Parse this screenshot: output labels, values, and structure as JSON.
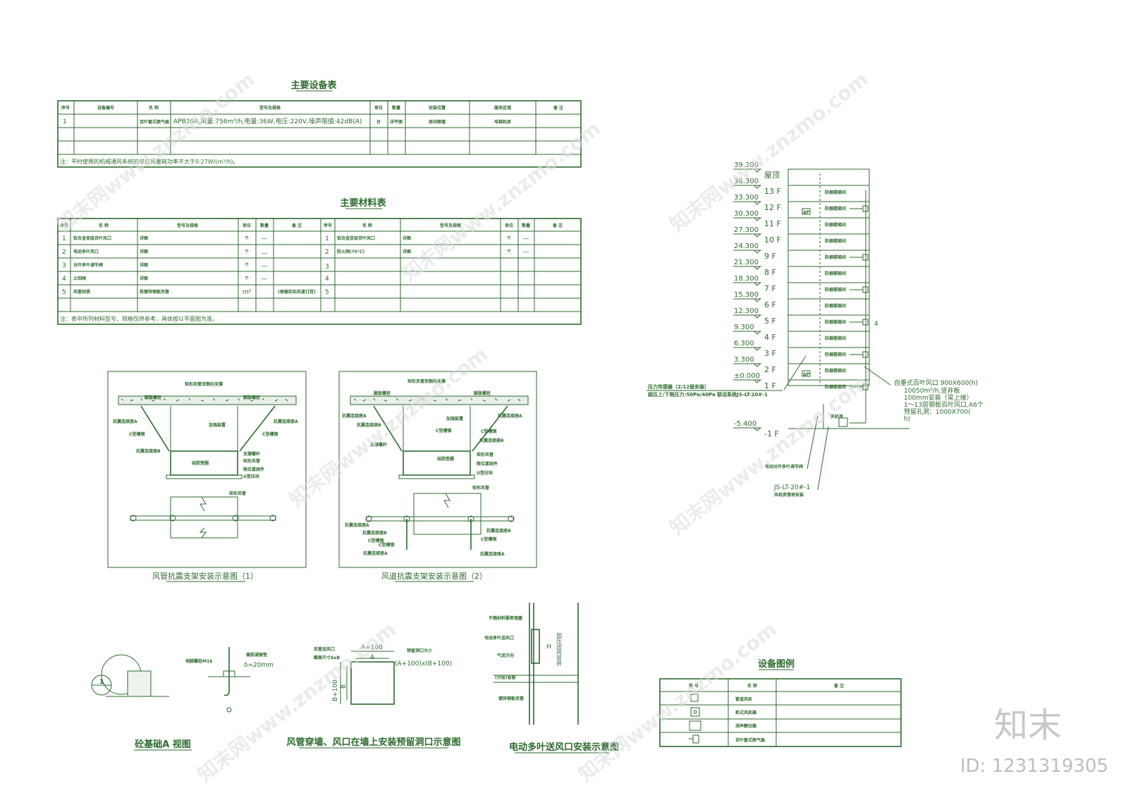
{
  "equipment_table": {
    "title": "主要设备表",
    "headers": [
      "序号",
      "设备编号",
      "名 称",
      "型号及规格",
      "单位",
      "数量",
      "安装位置",
      "服务区域",
      "备 注"
    ],
    "row": [
      "1",
      "",
      "百叶窗式换气扇",
      "APB20A,风量:756m³/h,电量:36W,电压:220V,噪声限值:42dB(A)",
      "台",
      "详平面",
      "房间侧墙",
      "电梯机房",
      ""
    ],
    "note": "注：平时使用的机械通风系统的单位风量耗功率不大于0.27W/(m³/h)。"
  },
  "material_table": {
    "title": "主要材料表",
    "headers": [
      "序号",
      "名 称",
      "型号及规格",
      "单位",
      "数量",
      "备 注"
    ],
    "left_rows": [
      [
        "1",
        "铝合金单层百叶风口",
        "详图",
        "个",
        "—",
        ""
      ],
      [
        "2",
        "电动多叶风口",
        "详图",
        "个",
        "—",
        ""
      ],
      [
        "3",
        "对开多叶调节阀",
        "详图",
        "个",
        "—",
        ""
      ],
      [
        "4",
        "止回阀",
        "详图",
        "个",
        "—",
        ""
      ],
      [
        "5",
        "风管材质",
        "热镀锌钢板风管",
        "m²",
        "",
        "(根据实际风速订货)"
      ]
    ],
    "right_rows": [
      [
        "1",
        "铝合金双层百叶风口",
        "详图",
        "个",
        "—",
        ""
      ],
      [
        "2",
        "防火阀(70℃)",
        "详图",
        "个",
        "—",
        ""
      ],
      [
        "3",
        "",
        "",
        "",
        "",
        ""
      ],
      [
        "4",
        "",
        "",
        "",
        "",
        ""
      ],
      [
        "5",
        "",
        "",
        "",
        "",
        ""
      ]
    ],
    "note": "注：表中所列材料型号、规格仅供参考，具体按以平面图为准。"
  },
  "bracket1": {
    "caption": "风管抗震支架安装示意图（1）",
    "top_label": "矩形风管双侧向支撑",
    "labels": [
      "膨胀螺栓",
      "膨胀螺栓",
      "抗震连接座A",
      "抗震连接座A",
      "C型槽钢",
      "C型槽钢",
      "加强装置",
      "抗震连接座B",
      "支撑螺杆",
      "矩形风管",
      "硅胶垫圈",
      "限位紧固件",
      "U型压块",
      "矩形风管"
    ]
  },
  "bracket2": {
    "caption": "风道抗震支架安装示意图（2）",
    "top_label": "矩形风管双侧向支撑",
    "labels": [
      "膨胀螺栓",
      "膨胀螺栓",
      "抗震连接座A",
      "抗震连接座A",
      "C型槽钢",
      "C型槽钢",
      "加强装置",
      "抗震连接座B",
      "抗震连接座B",
      "支撑螺杆",
      "矩形风管",
      "硅胶垫圈",
      "限位紧固件",
      "U型压块",
      "矩形风管",
      "抗震连接座A",
      "抗震连接座B",
      "C型槽钢",
      "C型槽钢",
      "抗震连接座A",
      "抗震连接座B",
      "C型槽钢",
      "抗震连接座A"
    ]
  },
  "riser": {
    "levels": [
      {
        "elev": "39.300",
        "floor": "屋顶",
        "room": ""
      },
      {
        "elev": "36.300",
        "floor": "13 F",
        "room": "防烟楼梯间"
      },
      {
        "elev": "33.300",
        "floor": "12 F",
        "room": "防烟楼梯间"
      },
      {
        "elev": "30.300",
        "floor": "11 F",
        "room": "防烟楼梯间"
      },
      {
        "elev": "27.300",
        "floor": "10 F",
        "room": "防烟楼梯间"
      },
      {
        "elev": "24.300",
        "floor": "9 F",
        "room": "防烟楼梯间"
      },
      {
        "elev": "21.300",
        "floor": "8 F",
        "room": "防烟楼梯间"
      },
      {
        "elev": "18.300",
        "floor": "7 F",
        "room": "防烟楼梯间"
      },
      {
        "elev": "15.300",
        "floor": "6 F",
        "room": "防烟楼梯间"
      },
      {
        "elev": "12.300",
        "floor": "5 F",
        "room": "防烟楼梯间"
      },
      {
        "elev": "9.300",
        "floor": "4 F",
        "room": "防烟楼梯间"
      },
      {
        "elev": "6.300",
        "floor": "3 F",
        "room": "防烟楼梯间"
      },
      {
        "elev": "3.300",
        "floor": "2 F",
        "room": "防烟楼梯间"
      },
      {
        "elev": "±0.000",
        "floor": "1 F",
        "room": "防烟楼梯间"
      },
      {
        "elev": "-5.400",
        "floor": "-1 F",
        "room": ""
      }
    ],
    "sensor_tag": "ΔP",
    "riser_num": "4",
    "left_note1": "压力传感器（2/12层安装）",
    "left_note2": "超压上/下限压力:50Pa/40Pa 联动系统JS-LT-20#-1",
    "right_note1": "自垂式百叶风口 900X600(h)",
    "right_note2": "10050m³/h,竖井板",
    "right_note3": "100mm安装（梁上缘）",
    "right_note4": "1～13层钢板百叶风口,A6个",
    "right_note5": "预留孔洞：1000X700(",
    "right_note6": "h)",
    "bottom_label1": "电动对开多叶调节阀",
    "bottom_label2": "JS-LT-20#-1",
    "bottom_label3": "风机房落地安装",
    "fan_label": "风机房"
  },
  "foundation": {
    "caption": "砼基础A 视图",
    "label1": "地脚螺栓M16",
    "label2": "橡胶减振垫",
    "label3": "δ=20mm"
  },
  "wall_opening": {
    "caption": "风管穿墙、风口在墙上安装预留洞口示意图",
    "label1": "风管送风口",
    "label2": "截面尺寸AxB",
    "label3": "A+100",
    "label4": "A",
    "label5": "预留洞口大小",
    "label6": "(A+100)x(B+100)",
    "label7": "B+100",
    "label8": "B"
  },
  "damper": {
    "caption": "电动多叶送风口安装示意图",
    "label1": "不燃材料緊密填塞",
    "label2": "电动多叶送风口",
    "label3": "气流方向",
    "label4": "(分层)盲窗",
    "label5": "镀锌钢板风管",
    "shaft": "加压送风竖井",
    "h": "H"
  },
  "legend": {
    "title": "设备图例",
    "headers": [
      "符 号",
      "名 称",
      "备 注"
    ],
    "rows": [
      [
        "",
        "管道风机",
        ""
      ],
      [
        "",
        "柜式风机箱",
        ""
      ],
      [
        "",
        "消声静压箱",
        ""
      ],
      [
        "",
        "百叶窗式换气扇",
        ""
      ]
    ]
  },
  "watermark": {
    "logo": "知末",
    "id": "ID: 1231319305",
    "text": "知末网www.znzmo.com"
  }
}
